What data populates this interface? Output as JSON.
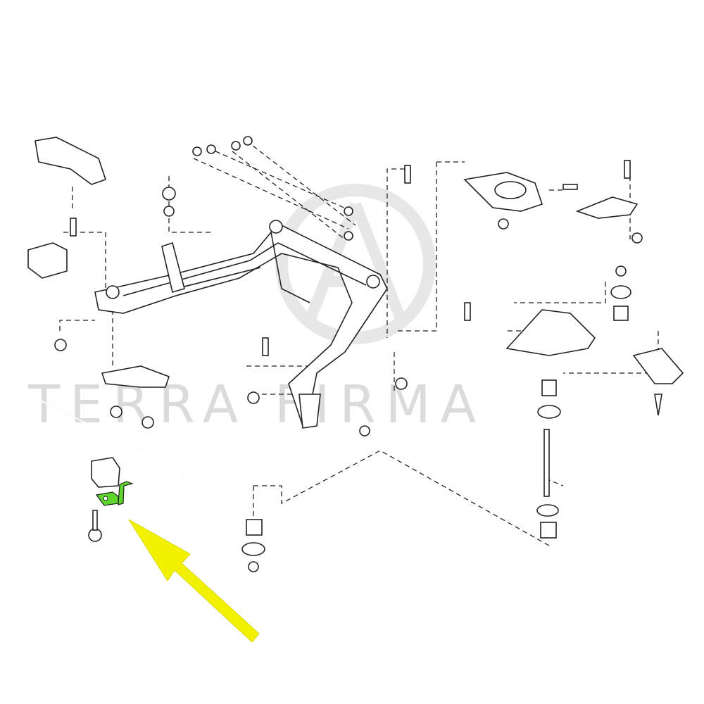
{
  "watermark": {
    "text": "TERRA FIRMA",
    "logo": "terra-firma-circle-logo"
  },
  "colors": {
    "highlight": "#5fd62e",
    "arrow": "#f2f200",
    "line": "#222222",
    "watermark": "#cfcfcf"
  },
  "highlighted_part": {
    "name": "stabilizer-bracket",
    "icon": "bracket-icon"
  },
  "arrow": {
    "icon": "arrow-pointer-icon"
  }
}
